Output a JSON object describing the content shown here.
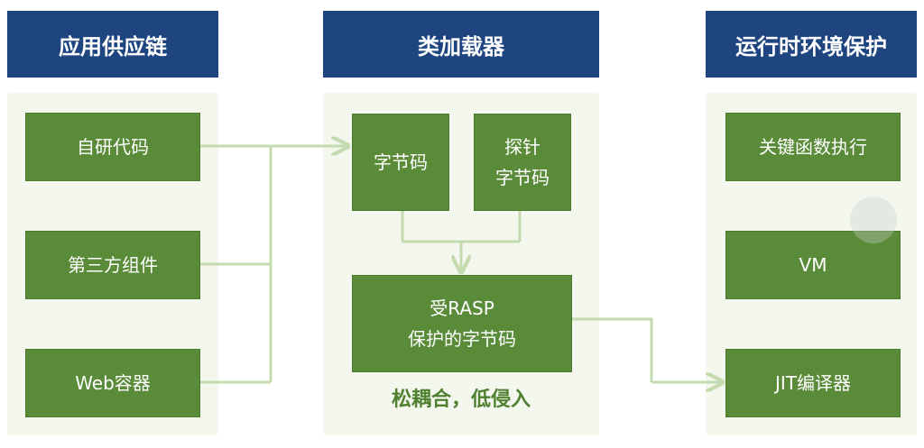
{
  "headers": {
    "supply_chain": "应用供应链",
    "class_loader": "类加载器",
    "runtime": "运行时环境保护"
  },
  "supply_chain": {
    "self_developed": "自研代码",
    "third_party": "第三方组件",
    "web_container": "Web容器"
  },
  "class_loader": {
    "bytecode": "字节码",
    "probe_bytecode": "探针\n字节码",
    "rasp_bytecode": "受RASP\n保护的字节码",
    "caption": "松耦合，低侵入"
  },
  "runtime": {
    "key_functions": "关键函数执行",
    "vm": "VM",
    "jit": "JIT编译器"
  },
  "colors": {
    "header_bg": "#1e4580",
    "box_green": "#5a8b39",
    "panel_bg": "#f3f7ee",
    "connector": "#c4dbb0",
    "caption": "#4f8030"
  }
}
